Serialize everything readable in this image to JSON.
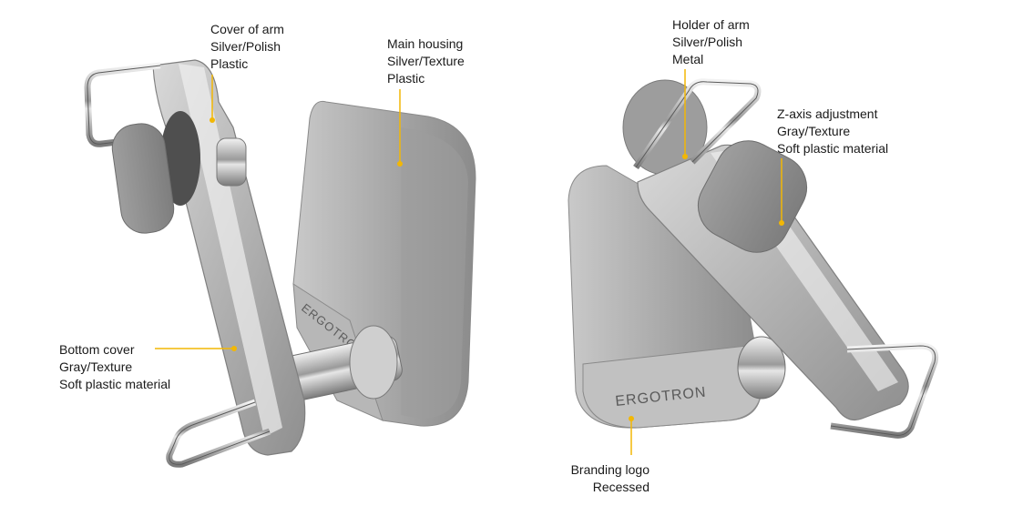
{
  "colors": {
    "leader": "#f2b705",
    "silver_light": "#e4e4e4",
    "silver_mid": "#a9a9a9",
    "silver_dark": "#6f6f6f",
    "gray_soft": "#8c8c8c"
  },
  "callouts": {
    "cover_of_arm": {
      "line1": "Cover of arm",
      "line2": "Silver/Polish",
      "line3": "Plastic"
    },
    "main_housing": {
      "line1": "Main housing",
      "line2": "Silver/Texture",
      "line3": "Plastic"
    },
    "bottom_cover": {
      "line1": "Bottom cover",
      "line2": "Gray/Texture",
      "line3": "Soft plastic material"
    },
    "holder_of_arm": {
      "line1": "Holder of arm",
      "line2": "Silver/Polish",
      "line3": "Metal"
    },
    "z_axis_adjustment": {
      "line1": "Z-axis adjustment",
      "line2": "Gray/Texture",
      "line3": "Soft plastic material"
    },
    "branding_logo": {
      "line1": "Branding logo",
      "line2": "Recessed"
    }
  },
  "brand": {
    "logo_text_left": "ERGOTRON",
    "logo_text_right": "ERGOTRON"
  }
}
